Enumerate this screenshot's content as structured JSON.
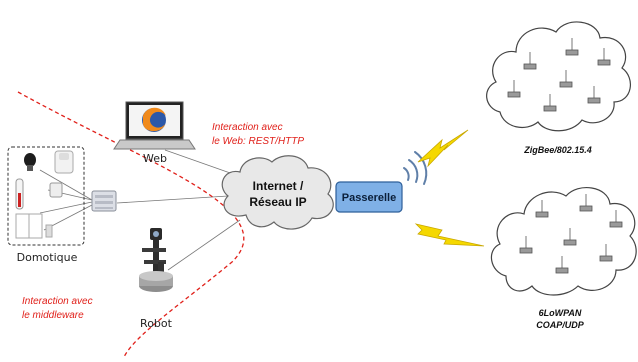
{
  "labels": {
    "web": "Web",
    "robot": "Robot",
    "domotique": "Domotique",
    "internet_line1": "Internet /",
    "internet_line2": "Réseau IP",
    "gateway": "Passerelle",
    "web_interaction_line1": "Interaction avec",
    "web_interaction_line2": "le Web: REST/HTTP",
    "middleware_interaction_line1": "Interaction avec",
    "middleware_interaction_line2": "le middleware",
    "zigbee_caption": "ZigBee/802.15.4",
    "lowpan_caption_line1": "6LoWPAN",
    "lowpan_caption_line2": "COAP/UDP"
  },
  "icons": {
    "laptop": "laptop-icon",
    "browser": "firefox-logo-icon",
    "robot": "robot-icon",
    "internet_cloud": "cloud-icon",
    "gateway": "gateway-box",
    "wireless": "wifi-signal-icon",
    "lightning": "lightning-bolt-icon",
    "sensor_network": "sensor-network-cloud-icon",
    "sensor_node": "sensor-node-icon"
  },
  "colors": {
    "annotation": "#e0201a",
    "gateway_fill": "#7fb0e6",
    "gateway_border": "#2e5f9a",
    "lightning": "#f5d800",
    "cloud_fill": "#e5e5e5",
    "sensor_cloud_stroke": "#444444",
    "wireless_waves": "#5f7fa8"
  }
}
